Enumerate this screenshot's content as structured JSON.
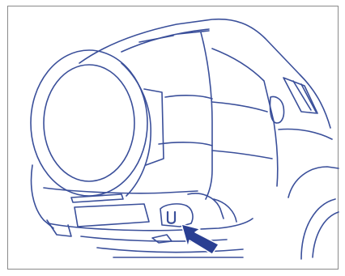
{
  "figure": {
    "subject": "tow-hook-location",
    "colors": {
      "line": "#3a4f9a",
      "arrow": "#2a3f92",
      "frame": "#8a8a8a",
      "background": "#ffffff"
    },
    "icons": [
      "spare-tire",
      "rear-bumper",
      "tow-hook",
      "pointer-arrow"
    ]
  }
}
